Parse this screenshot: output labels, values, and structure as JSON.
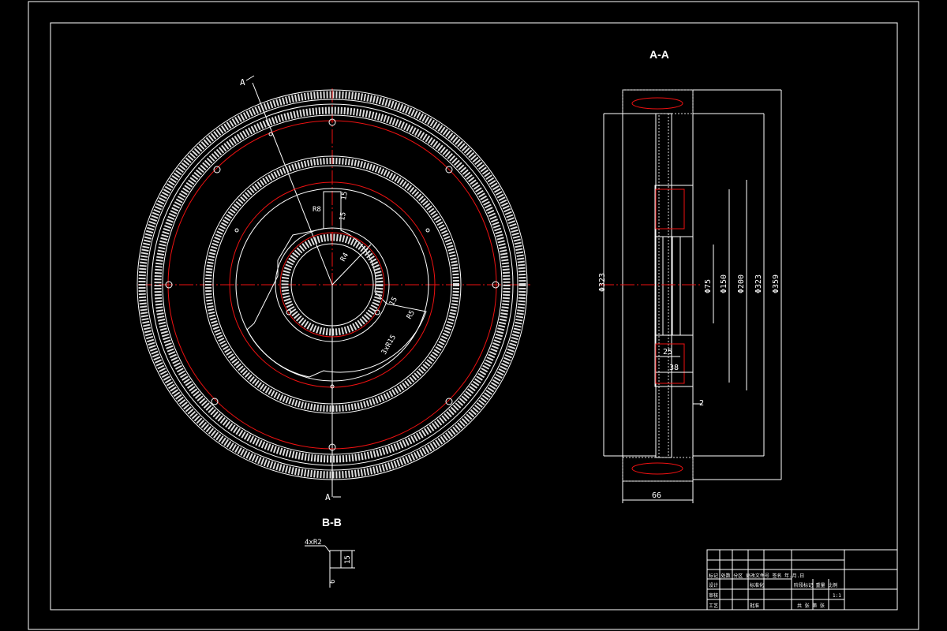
{
  "drawing": {
    "view_labels": {
      "aa": "A-A",
      "bb": "B-B",
      "cut_a_top": "A",
      "cut_a_bottom": "A"
    },
    "front_view_dims": {
      "d1": "R8",
      "d2": "15",
      "d3": "15",
      "d4": "R4",
      "d5": "15",
      "d6": "R5",
      "d7": "3xR15"
    },
    "section_dims": {
      "d_outer_left": "Φ323",
      "d_dim_inner": "Φ75",
      "d_dim_150": "Φ150",
      "d_dim_200": "Φ200",
      "d_dim_323": "Φ323",
      "d_dim_359": "Φ359",
      "dim_25": "25",
      "dim_38": "38",
      "dim_2": "2",
      "dim_66": "66"
    },
    "detail_dims": {
      "label": "4xR2",
      "dim_15": "15",
      "dim_6": "6"
    },
    "title_block": {
      "row1": "标记 处数 分区 更改文件号 签名 年.月.日",
      "row2a": "设计",
      "row2b": "标准化",
      "row3": "审核",
      "row4a": "工艺",
      "row4b": "批准",
      "right1": "阶段标记 重量 比例",
      "scale": "1:1",
      "right2": "共 张 第 张"
    }
  }
}
